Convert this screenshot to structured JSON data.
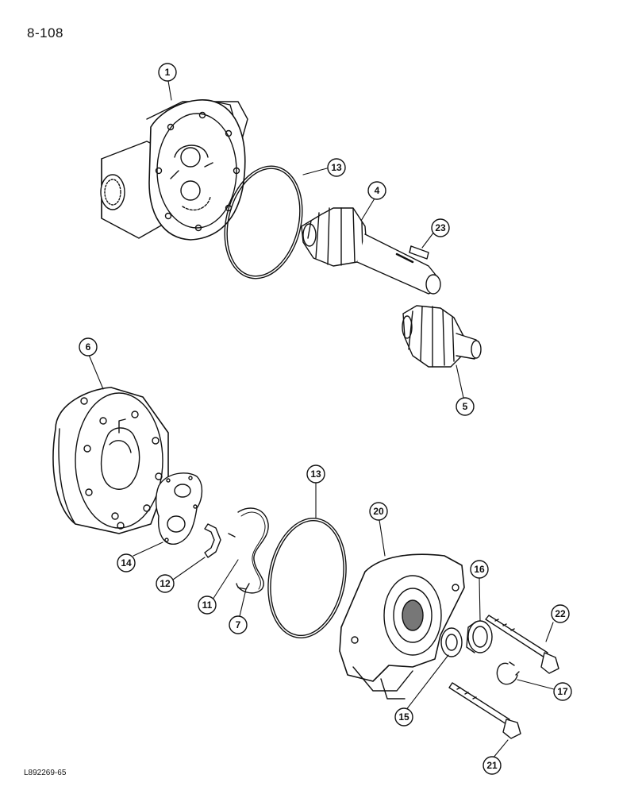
{
  "page": {
    "number": "8-108",
    "image_code": "L892269-65"
  },
  "colors": {
    "ink": "#111111",
    "paper": "#ffffff",
    "shade": "#777777"
  },
  "callouts": [
    {
      "id": "c1",
      "label": "1"
    },
    {
      "id": "c13a",
      "label": "13"
    },
    {
      "id": "c4",
      "label": "4"
    },
    {
      "id": "c23",
      "label": "23"
    },
    {
      "id": "c6",
      "label": "6"
    },
    {
      "id": "c5",
      "label": "5"
    },
    {
      "id": "c13b",
      "label": "13"
    },
    {
      "id": "c20",
      "label": "20"
    },
    {
      "id": "c14",
      "label": "14"
    },
    {
      "id": "c12",
      "label": "12"
    },
    {
      "id": "c11",
      "label": "11"
    },
    {
      "id": "c7",
      "label": "7"
    },
    {
      "id": "c16",
      "label": "16"
    },
    {
      "id": "c22",
      "label": "22"
    },
    {
      "id": "c17",
      "label": "17"
    },
    {
      "id": "c15",
      "label": "15"
    },
    {
      "id": "c21",
      "label": "21"
    }
  ]
}
